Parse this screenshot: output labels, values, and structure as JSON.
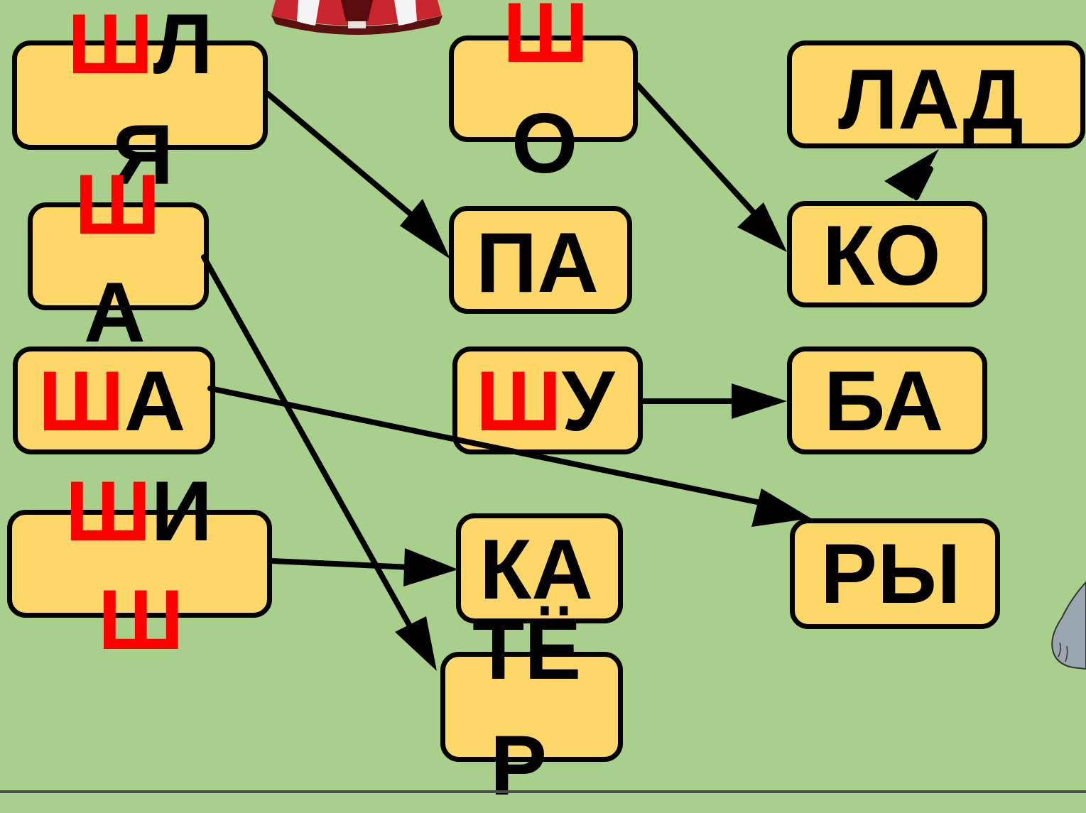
{
  "syllables": {
    "shl": {
      "red": "Ш",
      "black": "Л"
    },
    "ya": "Я",
    "sh_o": "Ш",
    "o": "О",
    "lad": "ЛАД",
    "sh_a2": "Ш",
    "a2": "А",
    "pa": "ПА",
    "ko": "КО",
    "sha": {
      "red": "Ш",
      "black": "А"
    },
    "shu": {
      "red": "Ш",
      "black": "У"
    },
    "ba": "БА",
    "shi": {
      "red": "Ш",
      "black": "И"
    },
    "sh_bottom": "Ш",
    "ka": "КА",
    "ry": "РЫ",
    "te": "ТЁ",
    "r": "Р"
  },
  "colors": {
    "background": "#a8d08c",
    "card_fill": "#fdd868",
    "accent_letter": "#ff0000",
    "text": "#000000"
  },
  "icons": {
    "top_decoration": "circus-tent-icon",
    "right_decoration": "animal-paw-icon"
  }
}
